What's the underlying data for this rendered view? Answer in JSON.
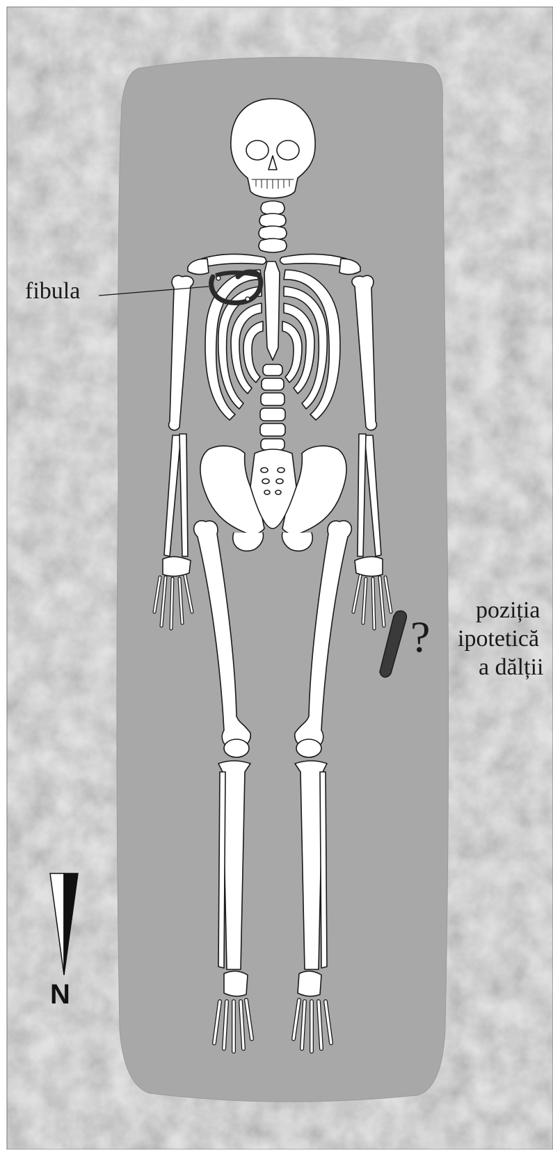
{
  "labels": {
    "fibula": "fibula",
    "hypothetical_position_line1": "poziția",
    "hypothetical_position_line2": "ipotetică",
    "hypothetical_position_line3": "a dălții",
    "question_mark": "?"
  },
  "north_arrow": {
    "letter": "N"
  },
  "colors": {
    "background_mottle": "#b9b9b9",
    "grave_pit": "#a8a8a8",
    "bone_fill": "#ffffff",
    "bone_outline": "#1a1a1a",
    "fibula_brooch": "#2b2b2b",
    "chisel": "#3a3a3a"
  }
}
